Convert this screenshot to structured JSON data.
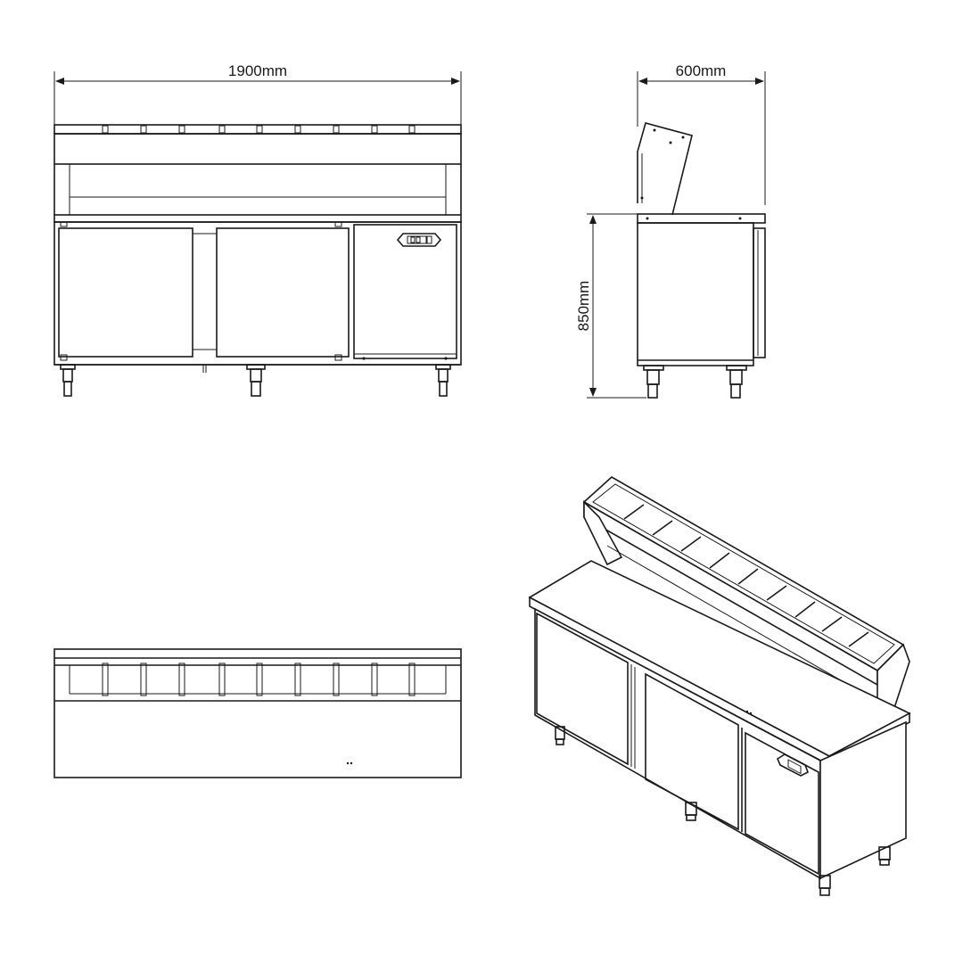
{
  "drawing": {
    "front_view": {
      "width_label": "1900mm"
    },
    "side_view": {
      "depth_label": "600mm",
      "height_label": "850mm"
    }
  },
  "colors": {
    "line": "#1a1a1a",
    "background": "#ffffff"
  }
}
